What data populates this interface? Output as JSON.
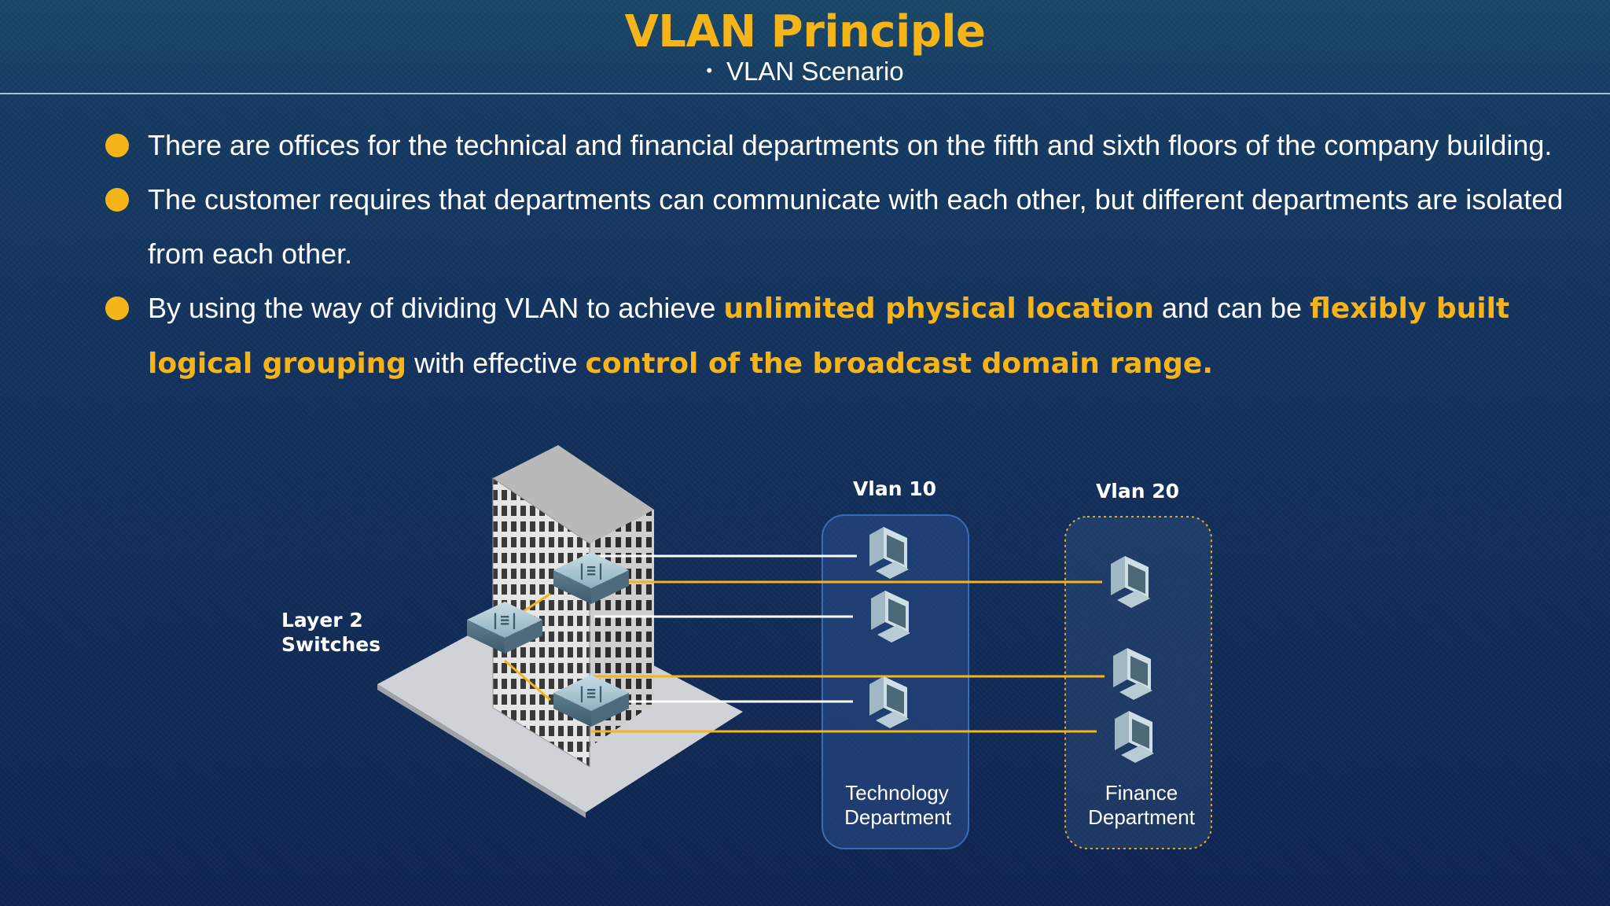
{
  "header": {
    "title": "VLAN Principle",
    "subtitle": "VLAN Scenario"
  },
  "bullets": [
    {
      "segments": [
        {
          "text": "There are offices for the technical and financial departments on the fifth and sixth floors of the company building.",
          "highlight": false
        }
      ]
    },
    {
      "segments": [
        {
          "text": "The customer requires that departments can communicate with each other, but different departments are isolated from each other.",
          "highlight": false
        }
      ]
    },
    {
      "segments": [
        {
          "text": "By using the way of dividing VLAN to achieve ",
          "highlight": false
        },
        {
          "text": "unlimited physical location",
          "highlight": true
        },
        {
          "text": " and can be ",
          "highlight": false
        },
        {
          "text": "flexibly built logical grouping",
          "highlight": true
        },
        {
          "text": " with effective ",
          "highlight": false
        },
        {
          "text": "control of the broadcast domain range.",
          "highlight": true
        }
      ]
    }
  ],
  "diagram": {
    "switches_label_line1": "Layer 2",
    "switches_label_line2": "Switches",
    "vlan10": {
      "name": "Vlan 10",
      "dept_line1": "Technology",
      "dept_line2": "Department"
    },
    "vlan20": {
      "name": "Vlan 20",
      "dept_line1": "Finance",
      "dept_line2": "Department"
    },
    "icons": {
      "building": "office-building-icon",
      "switch": "switch-icon",
      "pc": "desktop-pc-icon"
    }
  },
  "colors": {
    "accent": "#f5b419",
    "background": "#13315d",
    "vlan10_box": "#2a4f8a",
    "vlan20_border": "#d8a930",
    "link_white": "#ffffff",
    "link_yellow": "#f5b419"
  }
}
